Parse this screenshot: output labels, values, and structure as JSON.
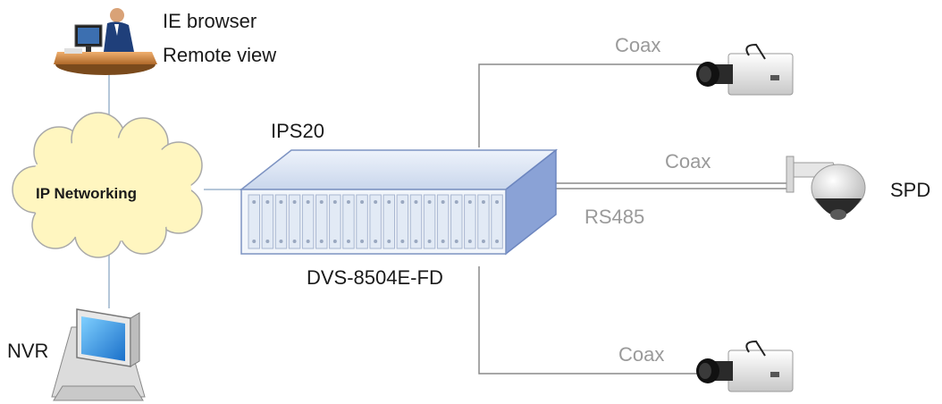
{
  "remote": {
    "line1": "IE browser",
    "line2": "Remote view"
  },
  "network": {
    "label": "IP Networking"
  },
  "switch": {
    "top_label": "IPS20",
    "bottom_label": "DVS-8504E-FD"
  },
  "nvr": {
    "label": "NVR"
  },
  "links": {
    "top": "Coax",
    "middle": "Coax",
    "rs485": "RS485",
    "bottom": "Coax"
  },
  "dome": {
    "label": "SPD"
  },
  "colors": {
    "line": "#b5c7d9",
    "grey_line": "#8a8a8a",
    "cloud": "#fff6c0",
    "switch_front": "#f2f6fb",
    "switch_side": "#8aa2d6"
  }
}
